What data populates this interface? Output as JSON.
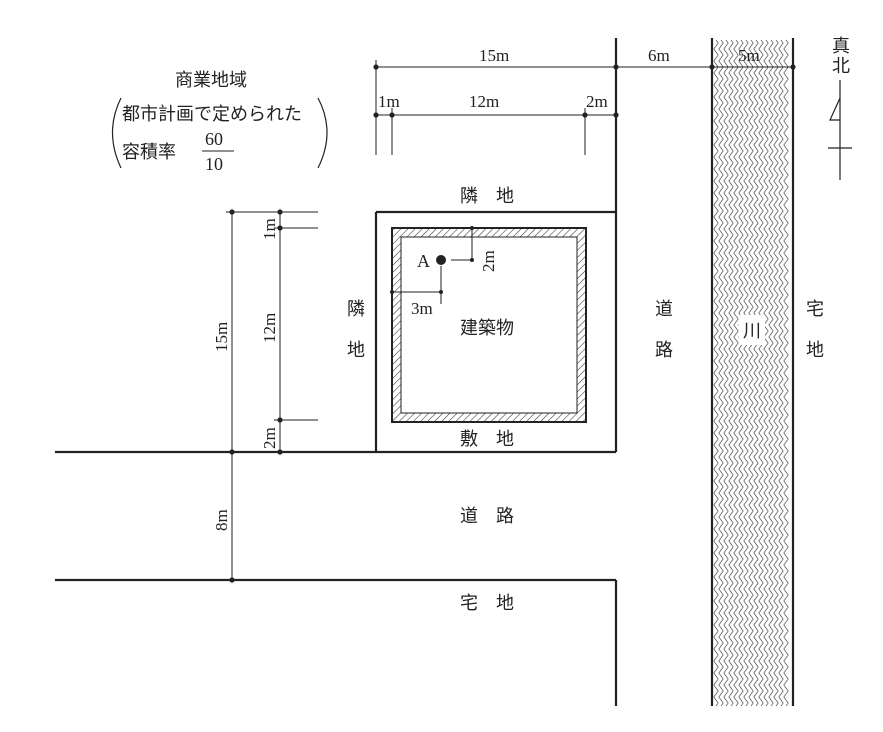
{
  "zone_note": {
    "title": "商業地域",
    "line1": "都市計画で定められた",
    "ratio_label": "容積率",
    "numerator": "60",
    "denominator": "10"
  },
  "north": {
    "line1": "真",
    "line2": "北"
  },
  "labels": {
    "neighbor_top": "隣　地",
    "neighbor_left_1": "隣",
    "neighbor_left_2": "地",
    "building": "建築物",
    "site": "敷　地",
    "road_right_1": "道",
    "road_right_2": "路",
    "road_bottom": "道　路",
    "river": "川",
    "residential_right_1": "宅",
    "residential_right_2": "地",
    "residential_bottom": "宅　地",
    "point_a": "A"
  },
  "dimensions": {
    "top_total": "15m",
    "top_road": "6m",
    "top_river": "5m",
    "top_left_gap": "1m",
    "top_building": "12m",
    "top_right_gap": "2m",
    "left_total": "15m",
    "left_top_gap": "1m",
    "left_building": "12m",
    "left_bottom_gap": "2m",
    "road_width": "8m",
    "a_from_top": "2m",
    "a_from_left": "3m"
  }
}
